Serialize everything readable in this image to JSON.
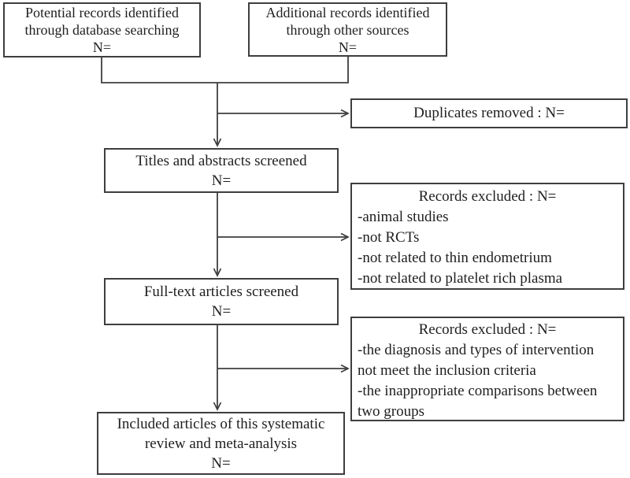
{
  "palette": {
    "ink": "#1f1f1f",
    "border": "#3e3e3e",
    "background": "#ffffff"
  },
  "diagram": {
    "boxes": {
      "potential": {
        "line1": "Potential records identified",
        "line2": "through database searching",
        "line3": "N="
      },
      "additional": {
        "line1": "Additional records identified",
        "line2": "through other sources",
        "line3": "N="
      },
      "duplicates": {
        "label": "Duplicates removed : N="
      },
      "titles_screened": {
        "line1": "Titles and abstracts screened",
        "line2": "N="
      },
      "excluded1": {
        "heading": "Records excluded : N=",
        "items": [
          "-animal studies",
          "-not RCTs",
          "-not related to thin endometrium",
          "-not related to platelet rich plasma"
        ]
      },
      "fulltext_screened": {
        "line1": "Full-text articles screened",
        "line2": "N="
      },
      "excluded2": {
        "heading": "Records excluded : N=",
        "items": [
          "-the diagnosis and types of intervention",
          "not meet the inclusion criteria",
          "-the inappropriate comparisons between",
          "two groups"
        ]
      },
      "included": {
        "line1": "Included articles of this systematic",
        "line2": "review and meta-analysis",
        "line3": "N="
      }
    }
  }
}
